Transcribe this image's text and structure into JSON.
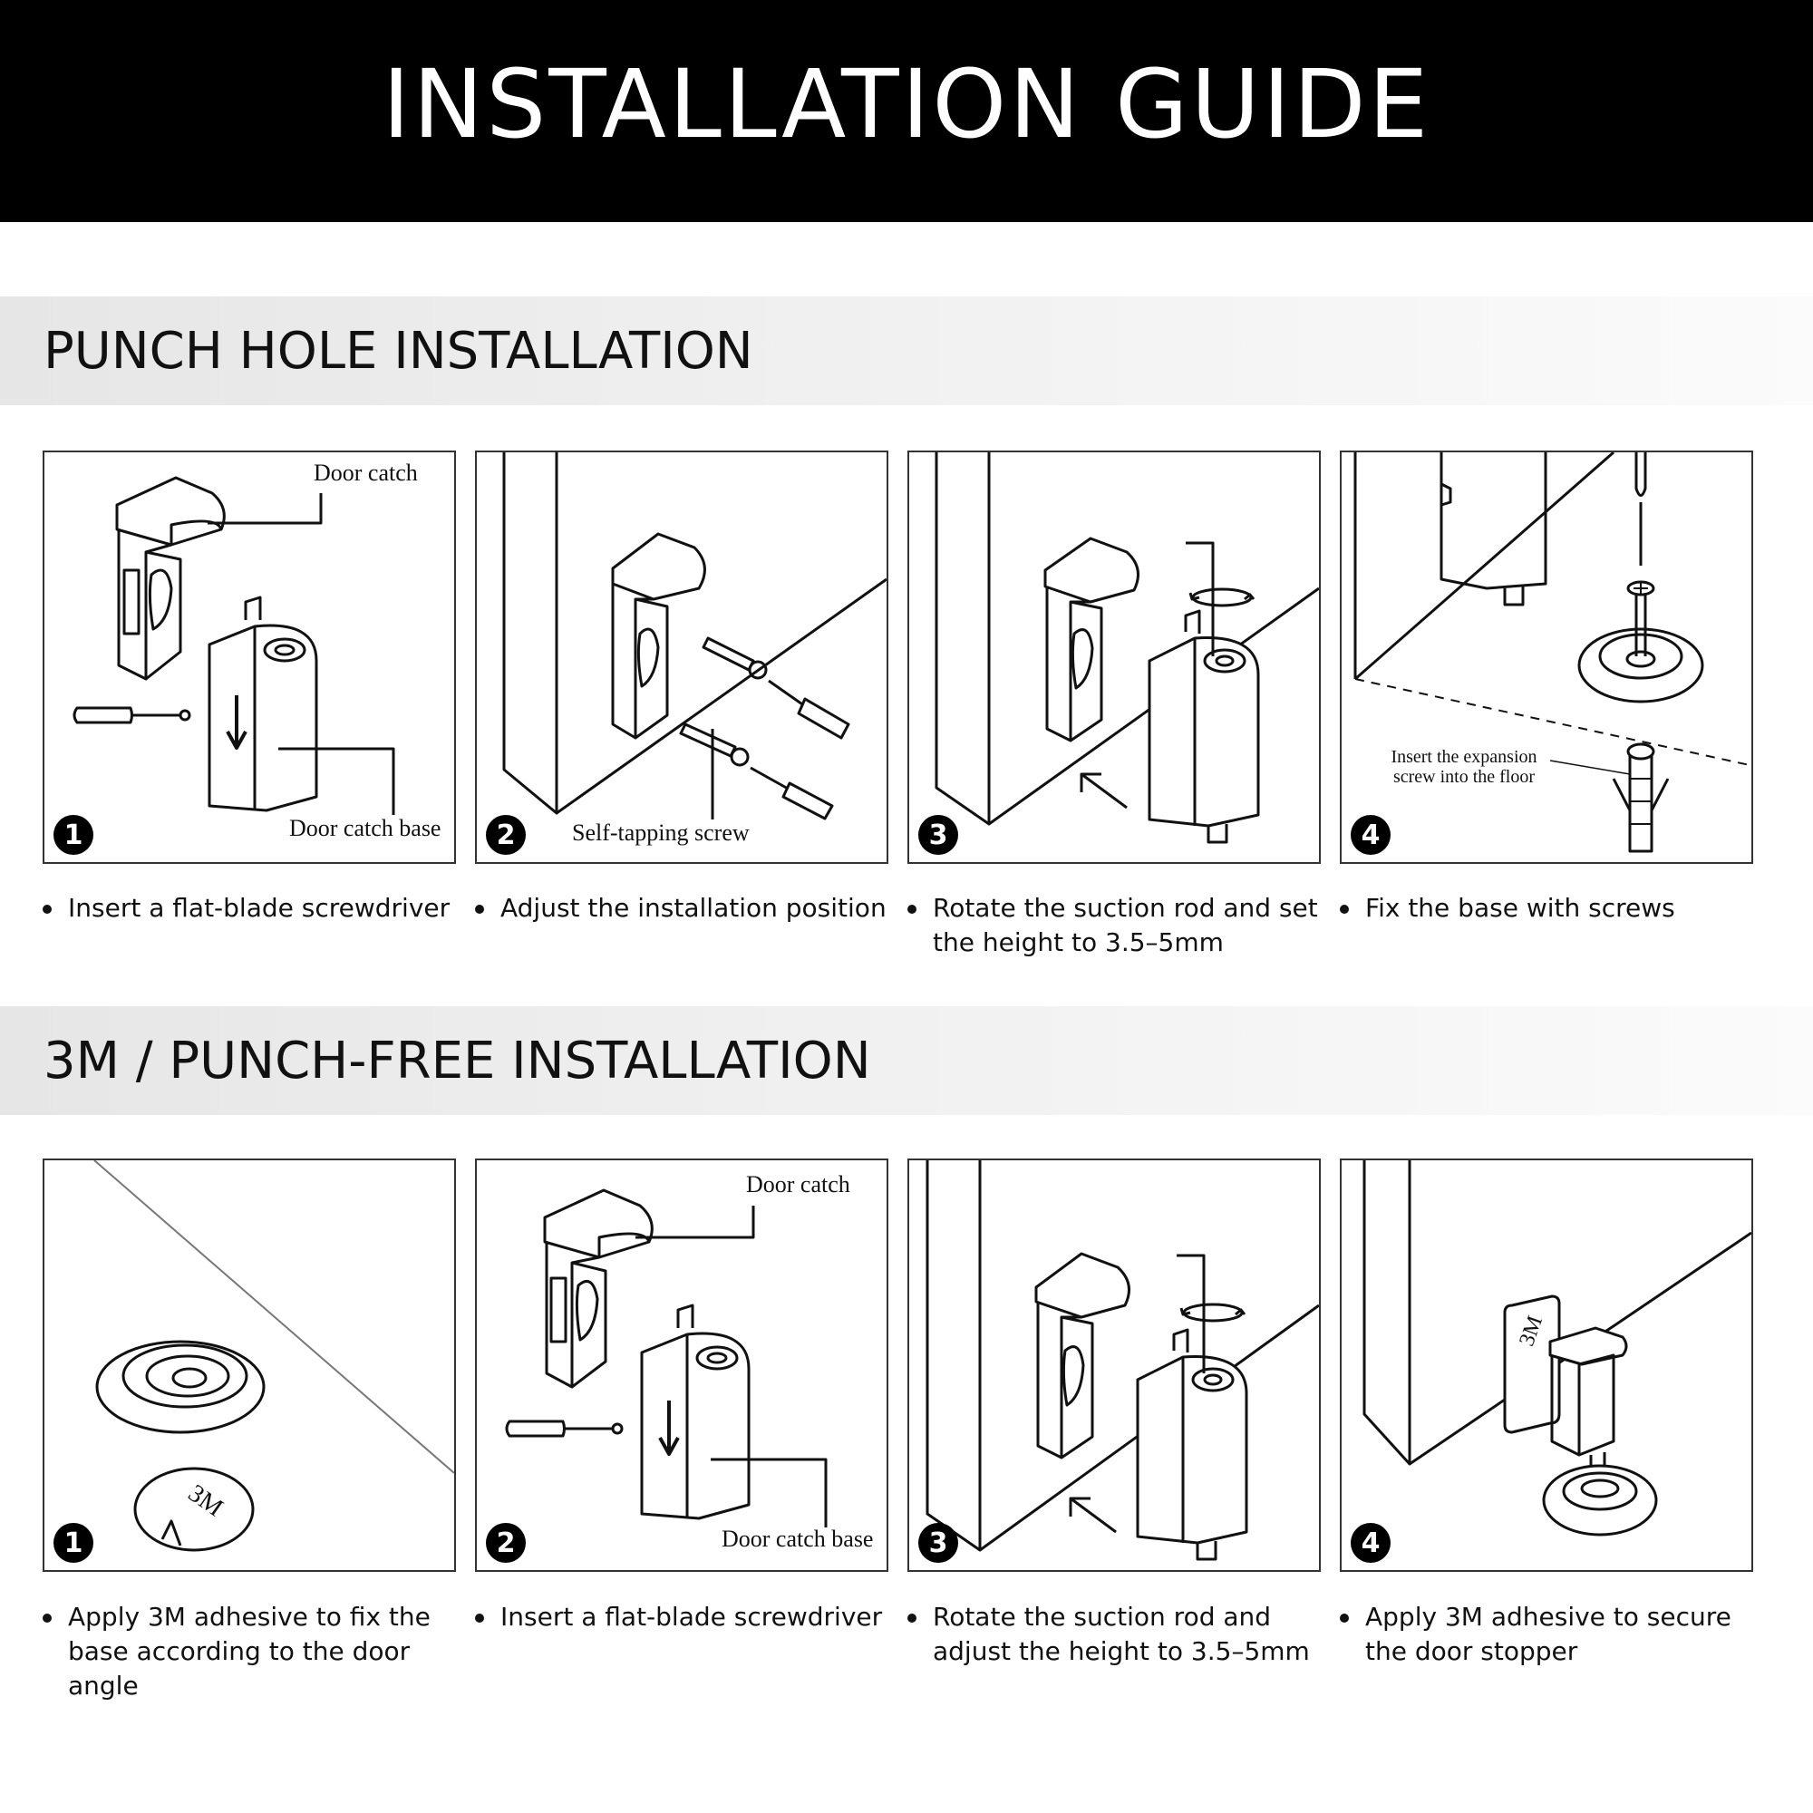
{
  "header": {
    "title": "INSTALLATION GUIDE"
  },
  "section1": {
    "title": "PUNCH HOLE INSTALLATION",
    "steps": [
      {
        "number": "1",
        "caption": "Insert a flat-blade screwdriver",
        "labels": [
          "Door catch",
          "Door catch base"
        ]
      },
      {
        "number": "2",
        "caption": "Adjust the installation position",
        "labels": [
          "Self-tapping screw"
        ]
      },
      {
        "number": "3",
        "caption": "Rotate the suction rod and set the height to 3.5–5mm",
        "labels": []
      },
      {
        "number": "4",
        "caption": "Fix the base with screws",
        "labels": [
          "Insert the expansion screw into the floor"
        ]
      }
    ]
  },
  "section2": {
    "title": "3M / PUNCH-FREE INSTALLATION",
    "steps": [
      {
        "number": "1",
        "caption": "Apply 3M adhesive to fix the base according to the door angle",
        "labels": [
          "3M"
        ]
      },
      {
        "number": "2",
        "caption": "Insert a flat-blade screwdriver",
        "labels": [
          "Door catch",
          "Door catch base"
        ]
      },
      {
        "number": "3",
        "caption": "Rotate the suction rod and adjust the height to 3.5–5mm",
        "labels": []
      },
      {
        "number": "4",
        "caption": "Apply 3M adhesive to secure the door stopper",
        "labels": [
          "3M"
        ]
      }
    ]
  }
}
